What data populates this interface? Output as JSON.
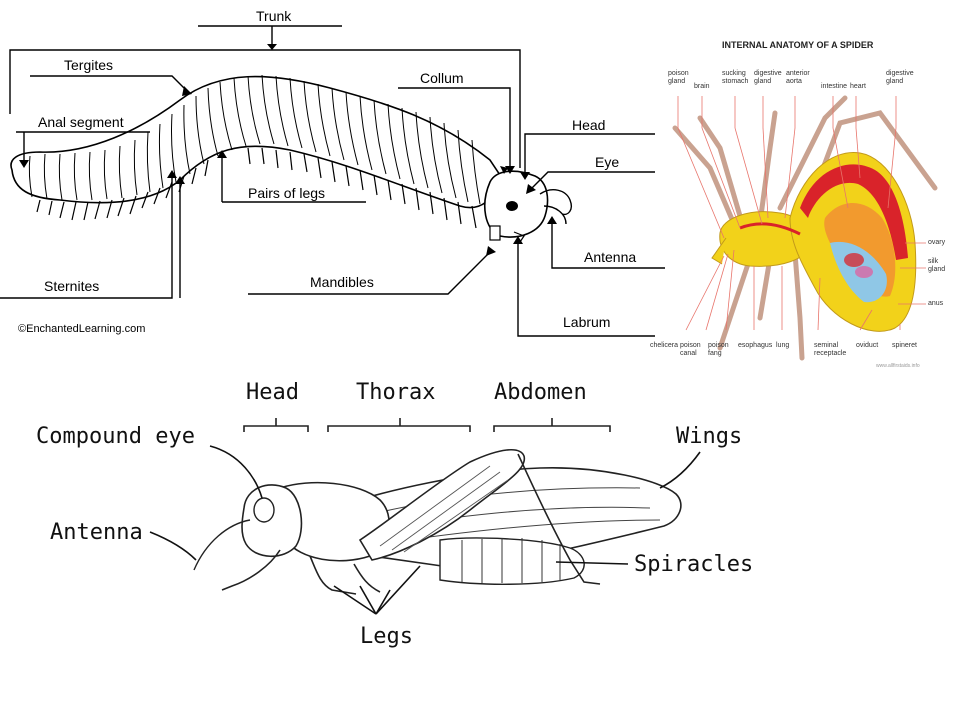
{
  "millipede": {
    "labels": {
      "trunk": "Trunk",
      "tergites": "Tergites",
      "collum": "Collum",
      "anal_segment": "Anal segment",
      "head": "Head",
      "eye": "Eye",
      "pairs_of_legs": "Pairs of legs",
      "antenna": "Antenna",
      "sternites": "Sternites",
      "mandibles": "Mandibles",
      "labrum": "Labrum"
    },
    "credit": "©EnchantedLearning.com"
  },
  "spider": {
    "title": "INTERNAL ANATOMY OF A SPIDER",
    "top_labels": {
      "poison_gland": "poison\ngland",
      "brain": "brain",
      "sucking_stomach": "sucking\nstomach",
      "digestive_gland_1": "digestive\ngland",
      "anterior_aorta": "anterior\naorta",
      "intestine": "intestine",
      "heart": "heart",
      "digestive_gland_2": "digestive\ngland"
    },
    "right_labels": {
      "ovary": "ovary",
      "silk_gland": "silk\ngland",
      "anus": "anus"
    },
    "bottom_labels": {
      "chelicera": "chelicera",
      "poison_canal": "poison\ncanal",
      "poison_fang": "poison\nfang",
      "esophagus": "esophagus",
      "lung": "lung",
      "seminal_receptacle": "seminal\nreceptacle",
      "oviduct": "oviduct",
      "spineret": "spineret"
    },
    "watermark": "www.allfirstaids.info"
  },
  "grasshopper": {
    "labels": {
      "head": "Head",
      "thorax": "Thorax",
      "abdomen": "Abdomen",
      "compound_eye": "Compound eye",
      "wings": "Wings",
      "antenna": "Antenna",
      "spiracles": "Spiracles",
      "legs": "Legs"
    }
  },
  "colors": {
    "spider_yellow": "#f2d21a",
    "spider_red": "#d9232a",
    "spider_orange": "#f29a2e",
    "spider_blue": "#8fc7e6",
    "spider_legs": "#c9a290",
    "spider_pointer": "#e8746b"
  }
}
